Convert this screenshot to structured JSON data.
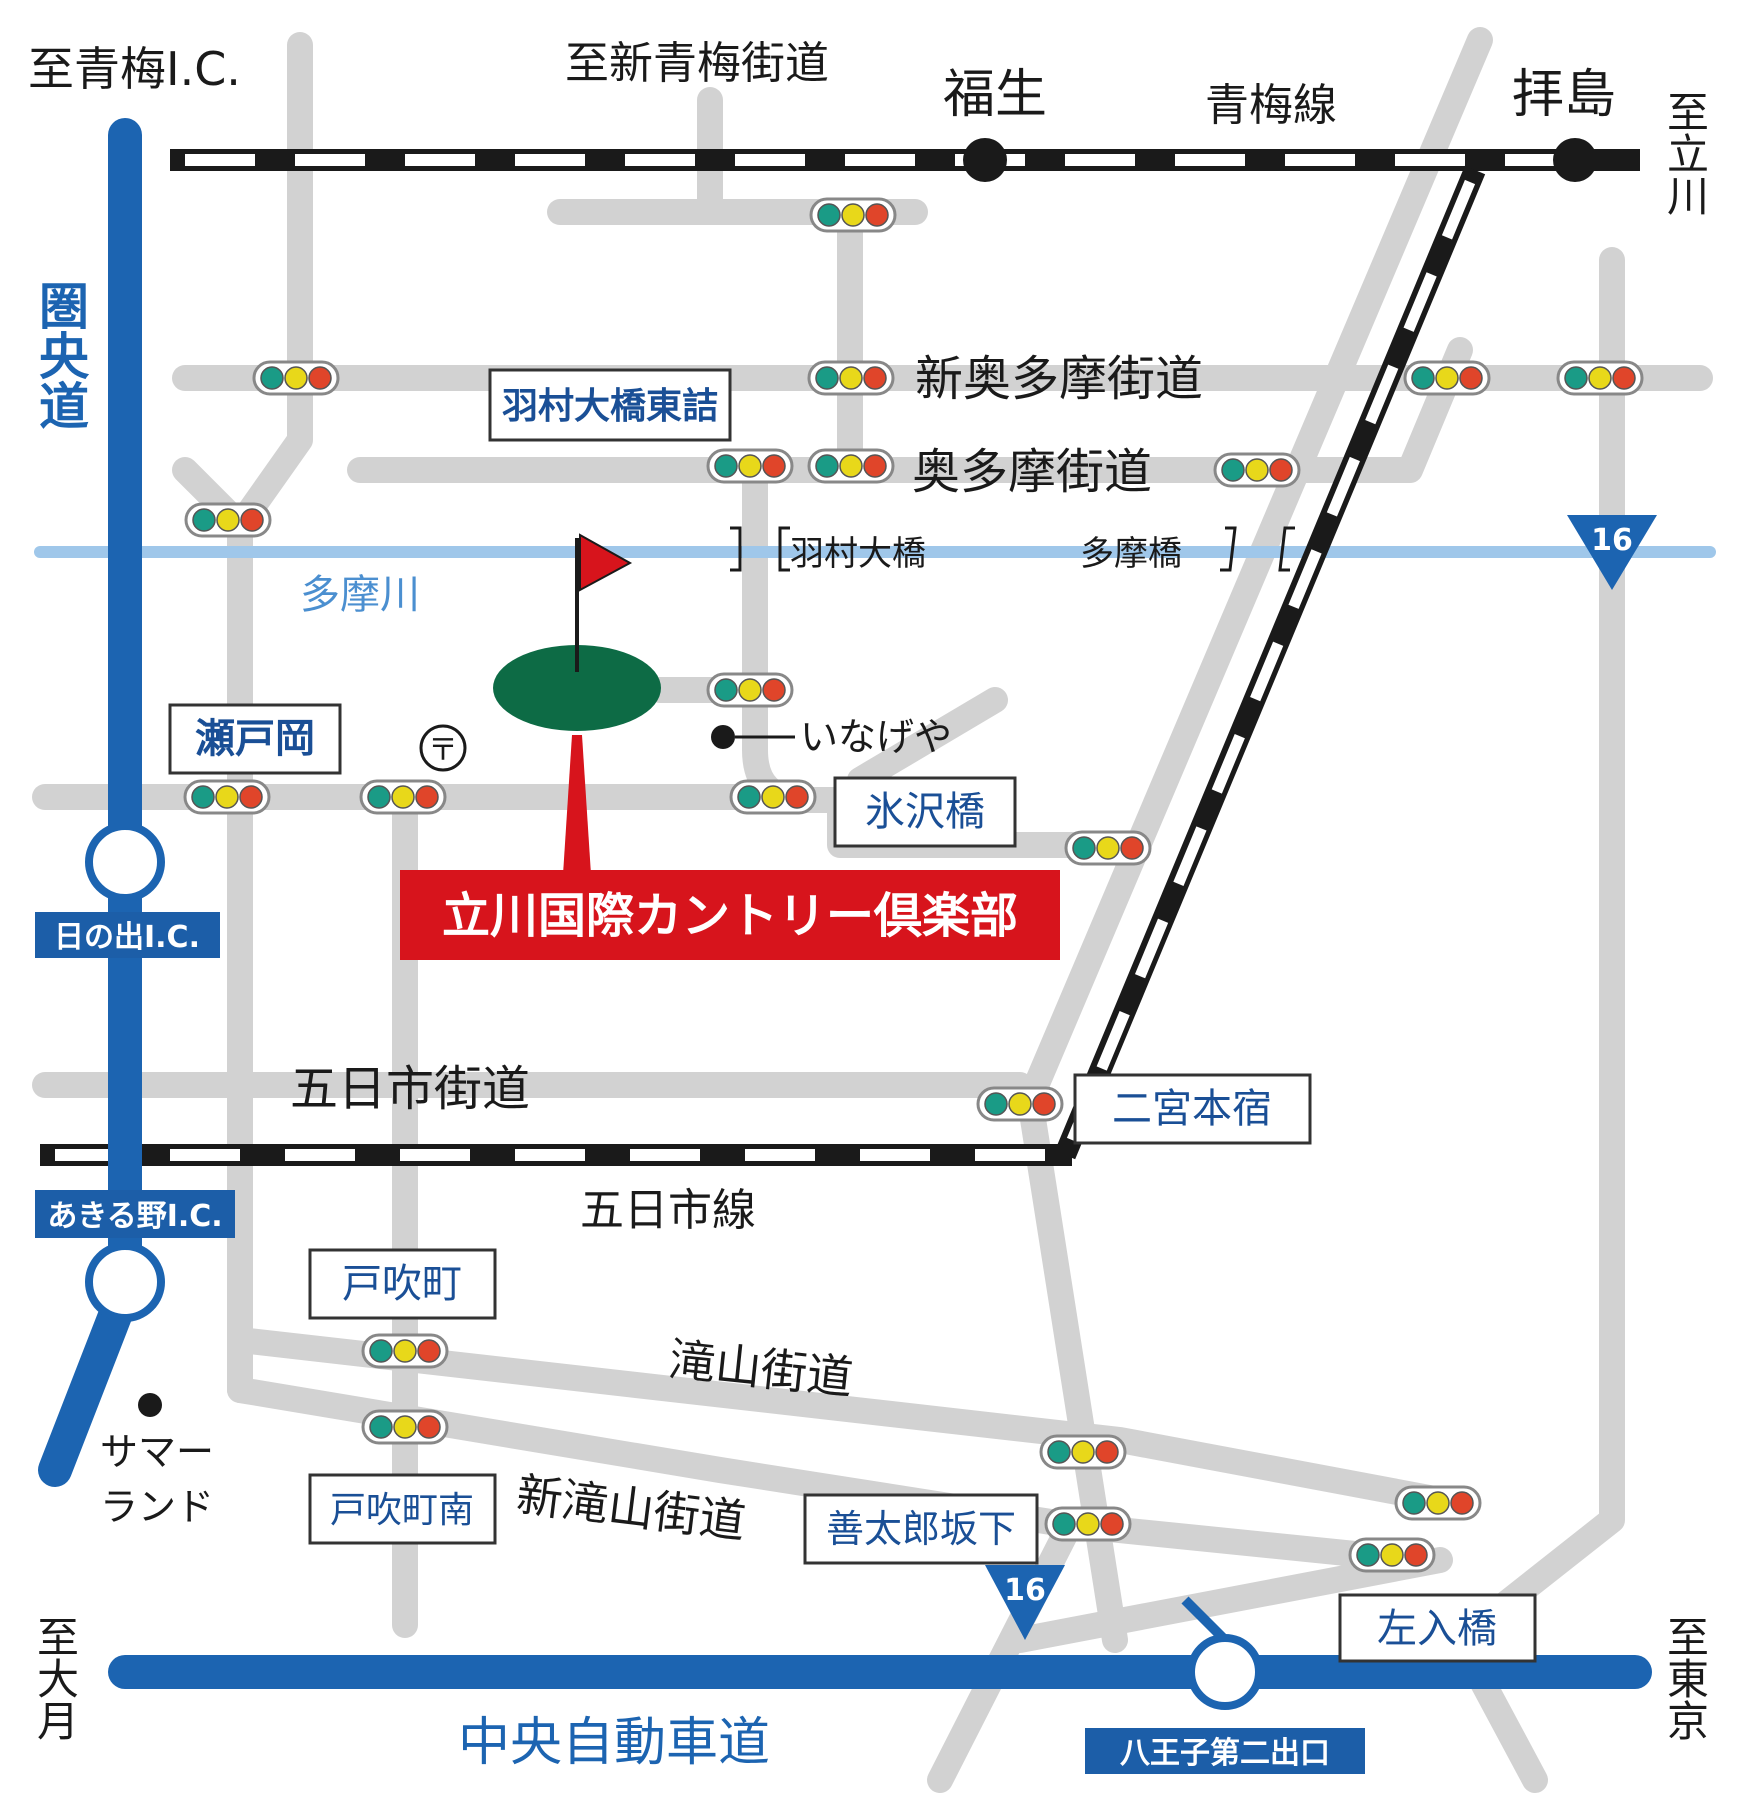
{
  "colors": {
    "road": "#d2d2d2",
    "expressway": "#1c64b1",
    "river": "#9fc7ea",
    "river_text": "#4b8fd0",
    "rail_dark": "#1a1a1a",
    "box_text": "#1a4f96",
    "box_border": "#333333",
    "ic_fill": "#1c5ea8",
    "course_red": "#d7141c",
    "green": "#0d6b45",
    "flag": "#d7141c",
    "signal_green": "#1a9b86",
    "signal_yellow": "#e8d81a",
    "signal_red": "#e0452a"
  },
  "map": {
    "to_ome_ic": "至青梅I.C.",
    "to_shin_ome_kaido": "至新青梅街道",
    "to_tachikawa": "至立川",
    "to_tokyo": "至東京",
    "to_otsuki": "至大月",
    "fussa": "福生",
    "ome_line": "青梅線",
    "haijima": "拝島",
    "kenodo": "圏央道",
    "shin_okutama_kaido": "新奥多摩街道",
    "okutama_kaido": "奥多摩街道",
    "hamura_ohashi_higashizume": "羽村大橋東詰",
    "tamagawa": "多摩川",
    "hamura_ohashi": "羽村大橋",
    "tamabashi": "多摩橋",
    "route16_north": "16",
    "route16_south": "16",
    "setooka": "瀬戸岡",
    "inageya": "いなげや",
    "hisawabashi": "氷沢橋",
    "course_name": "立川国際カントリー倶楽部",
    "hinode_ic": "日の出I.C.",
    "itsukaichi_kaido": "五日市街道",
    "ninomiya_honjuku": "二宮本宿",
    "itsukaichi_line": "五日市線",
    "akiruno_ic": "あきる野I.C.",
    "tobukicho": "戸吹町",
    "takiyama_kaido": "滝山街道",
    "summerland_1": "サマー",
    "summerland_2": "ランド",
    "tobukicho_minami": "戸吹町南",
    "shin_takiyama_kaido": "新滝山街道",
    "zentaro_sakashita": "善太郎坂下",
    "sairiribashi": "左入橋",
    "chuo_expressway": "中央自動車道",
    "hachioji_daini_exit": "八王子第二出口",
    "post_office_symbol": "〒"
  }
}
